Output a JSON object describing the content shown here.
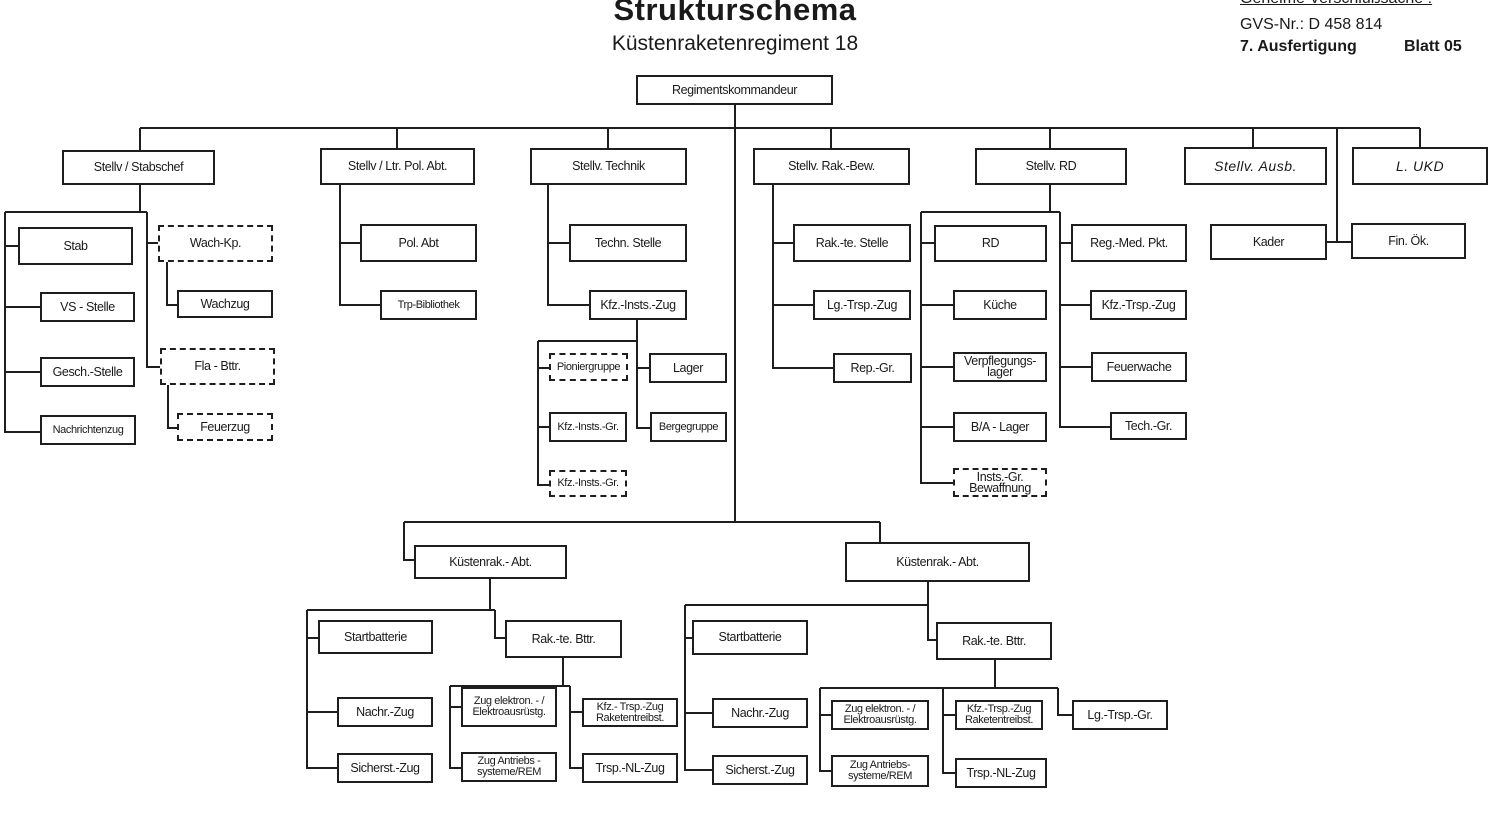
{
  "header": {
    "title": "Strukturschema",
    "subtitle": "Küstenraketenregiment 18",
    "classification": "Geheime Verschlußsache !",
    "gvs_number": "GVS-Nr.:  D 458 814",
    "copy": "7. Ausfertigung",
    "sheet": "Blatt 05"
  },
  "nodes": {
    "kdr": "Regimentskommandeur",
    "stabschef": "Stellv / Stabschef",
    "pol": "Stellv / Ltr. Pol. Abt.",
    "technik": "Stellv. Technik",
    "rakbew": "Stellv. Rak.-Bew.",
    "rd": "Stellv. RD",
    "ausb": "Stellv. Ausb.",
    "ukd": "L. UKD",
    "stab": "Stab",
    "vs": "VS - Stelle",
    "gesch": "Gesch.-Stelle",
    "nachr": "Nachrichtenzug",
    "wachkp": "Wach-Kp.",
    "wachzug": "Wachzug",
    "fla": "Fla - Bttr.",
    "feuerzug": "Feuerzug",
    "polabt": "Pol. Abt",
    "bibl": "Trp-Bibliothek",
    "technst": "Techn. Stelle",
    "kfzzug": "Kfz.-Insts.-Zug",
    "pionier": "Pioniergruppe",
    "lager": "Lager",
    "kfzgr1": "Kfz.-Insts.-Gr.",
    "berge": "Bergegruppe",
    "kfzgr2": "Kfz.-Insts.-Gr.",
    "rakst": "Rak.-te. Stelle",
    "lgzug": "Lg.-Trsp.-Zug",
    "repgr": "Rep.-Gr.",
    "rdbox": "RD",
    "kueche": "Küche",
    "verpfl": "Verpflegungs-\nlager",
    "balager": "B/A - Lager",
    "instsbew": "Insts.-Gr.\nBewaffnung",
    "medpkt": "Reg.-Med. Pkt.",
    "kfztrsp": "Kfz.-Trsp.-Zug",
    "feuerwache": "Feuerwache",
    "techgr": "Tech.-Gr.",
    "kader": "Kader",
    "finok": "Fin. Ök.",
    "abt1": "Küstenrak.- Abt.",
    "abt2": "Küstenrak.- Abt.",
    "start1": "Startbatterie",
    "rakb1": "Rak.-te. Bttr.",
    "nachr1": "Nachr.-Zug",
    "sich1": "Sicherst.-Zug",
    "elek1": "Zug elektron. - /\nElektroausrüstg.",
    "antr1": "Zug Antriebs -\nsysteme/REM",
    "kfzr1": "Kfz.- Trsp.-Zug\nRaketentreibst.",
    "nl1": "Trsp.-NL-Zug",
    "start2": "Startbatterie",
    "rakb2": "Rak.-te. Bttr.",
    "nachr2": "Nachr.-Zug",
    "sich2": "Sicherst.-Zug",
    "elek2": "Zug elektron. - /\nElektroausrüstg.",
    "antr2": "Zug Antriebs-\nsysteme/REM",
    "kfzr2": "Kfz.-Trsp.-Zug\nRaketentreibst.",
    "nl2": "Trsp.-NL-Zug",
    "lggr": "Lg.-Trsp.-Gr."
  }
}
